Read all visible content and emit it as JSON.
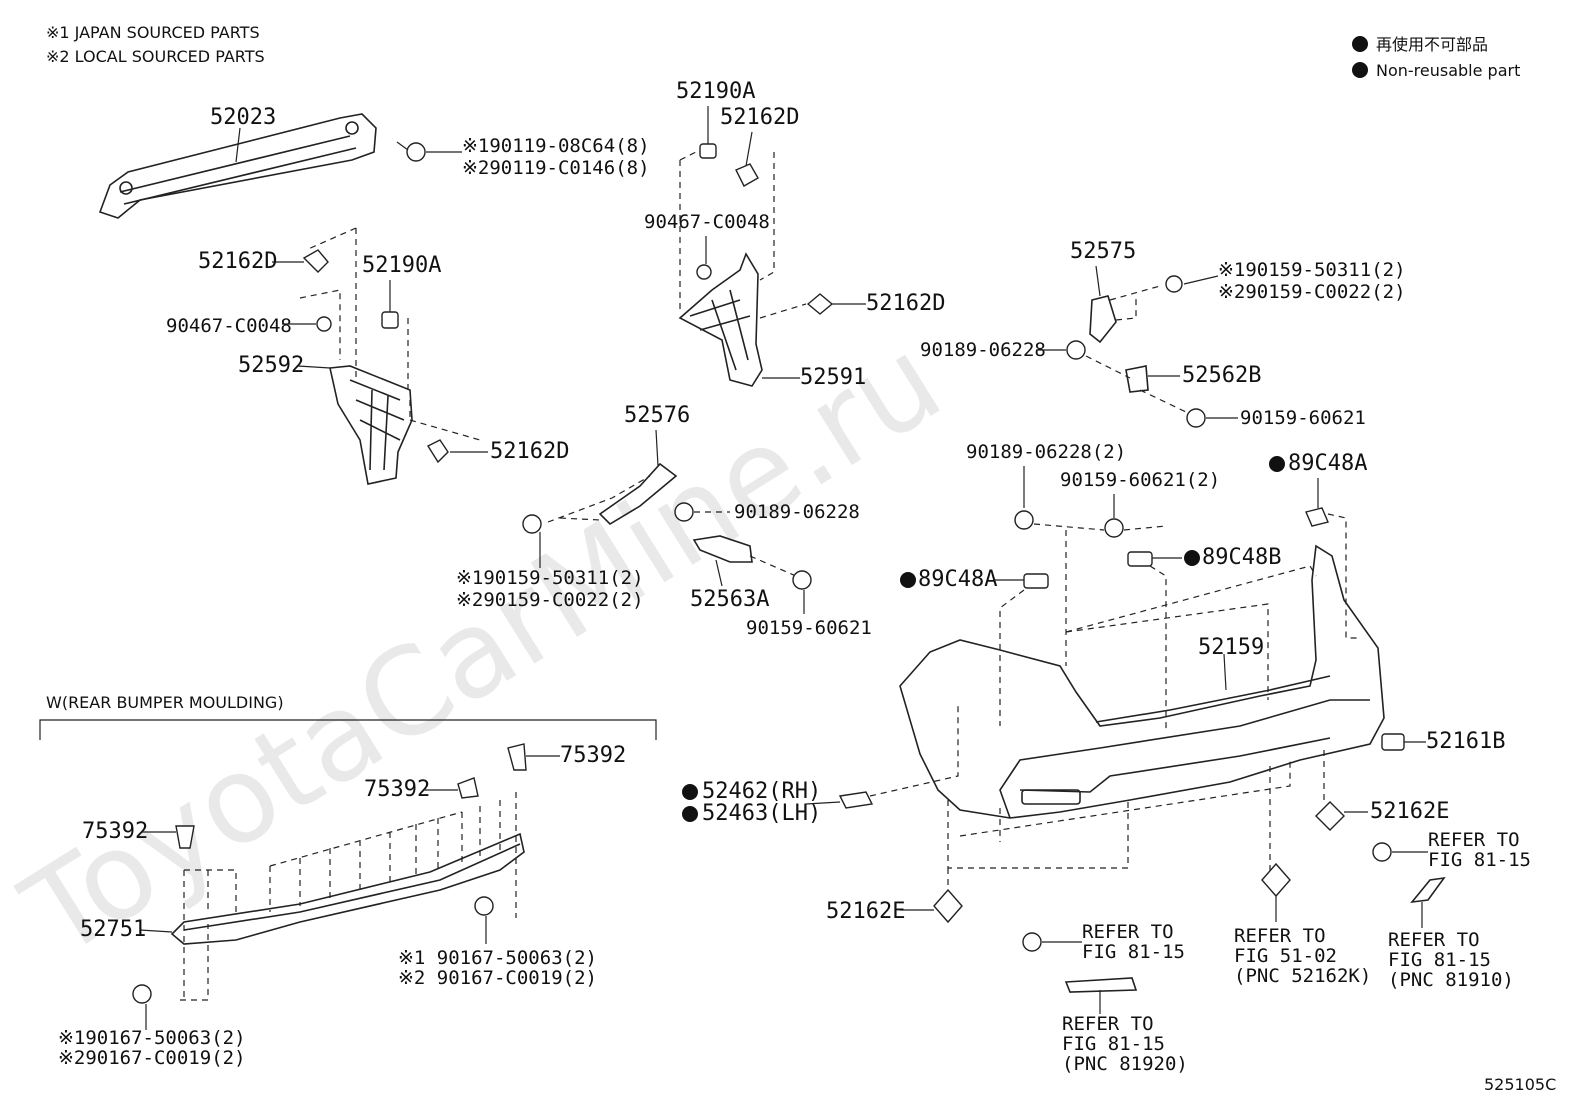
{
  "notes": {
    "japan": "※1 JAPAN SOURCED PARTS",
    "local": "※2 LOCAL SOURCED PARTS"
  },
  "legend": {
    "line1": "再使用不可部品",
    "line2": "Non-reusable part"
  },
  "watermark": "ToyotaCarMine.ru",
  "diagram_id": "525105C",
  "moulding_title": "W(REAR BUMPER MOULDING)",
  "labels": {
    "p52023": "52023",
    "bolt1a": "※190119-08C64(8)",
    "bolt1b": "※290119-C0146(8)",
    "p52162D_a": "52162D",
    "p52190A_a": "52190A",
    "p90467_a": "90467-C0048",
    "p52592": "52592",
    "p52162D_b": "52162D",
    "p52190A_b": "52190A",
    "p52162D_c": "52162D",
    "p90467_b": "90467-C0048",
    "p52162D_d": "52162D",
    "p52591": "52591",
    "p52576": "52576",
    "p90189_a": "90189-06228",
    "p52563A": "52563A",
    "p90159_a": "90159-60621",
    "bolt2a": "※190159-50311(2)",
    "bolt2b": "※290159-C0022(2)",
    "p52575": "52575",
    "bolt3a": "※190159-50311(2)",
    "bolt3b": "※290159-C0022(2)",
    "p90189_b": "90189-06228",
    "p52562B": "52562B",
    "p90159_b": "90159-60621",
    "p90189_c": "90189-06228(2)",
    "p90159_c": "90159-60621(2)",
    "p89C48A_a": "89C48A",
    "p89C48B": "89C48B",
    "p89C48A_b": "89C48A",
    "p52159": "52159",
    "p52161B": "52161B",
    "p52462": "52462(RH)",
    "p52463": "52463(LH)",
    "p52162E_a": "52162E",
    "p52162E_b": "52162E",
    "ref1a": "REFER TO",
    "ref1b": "FIG 81-15",
    "ref2a": "REFER TO",
    "ref2b": "FIG 81-15",
    "ref2c": "(PNC 81910)",
    "ref3a": "REFER TO",
    "ref3b": "FIG 51-02",
    "ref3c": "(PNC 52162K)",
    "ref4a": "REFER TO",
    "ref4b": "FIG 81-15",
    "ref5a": "REFER TO",
    "ref5b": "FIG 81-15",
    "ref5c": "(PNC 81920)",
    "p75392_a": "75392",
    "p75392_b": "75392",
    "p75392_c": "75392",
    "p52751": "52751",
    "bolt4a": "※1 90167-50063(2)",
    "bolt4b": "※2 90167-C0019(2)",
    "bolt5a": "※190167-50063(2)",
    "bolt5b": "※290167-C0019(2)"
  }
}
